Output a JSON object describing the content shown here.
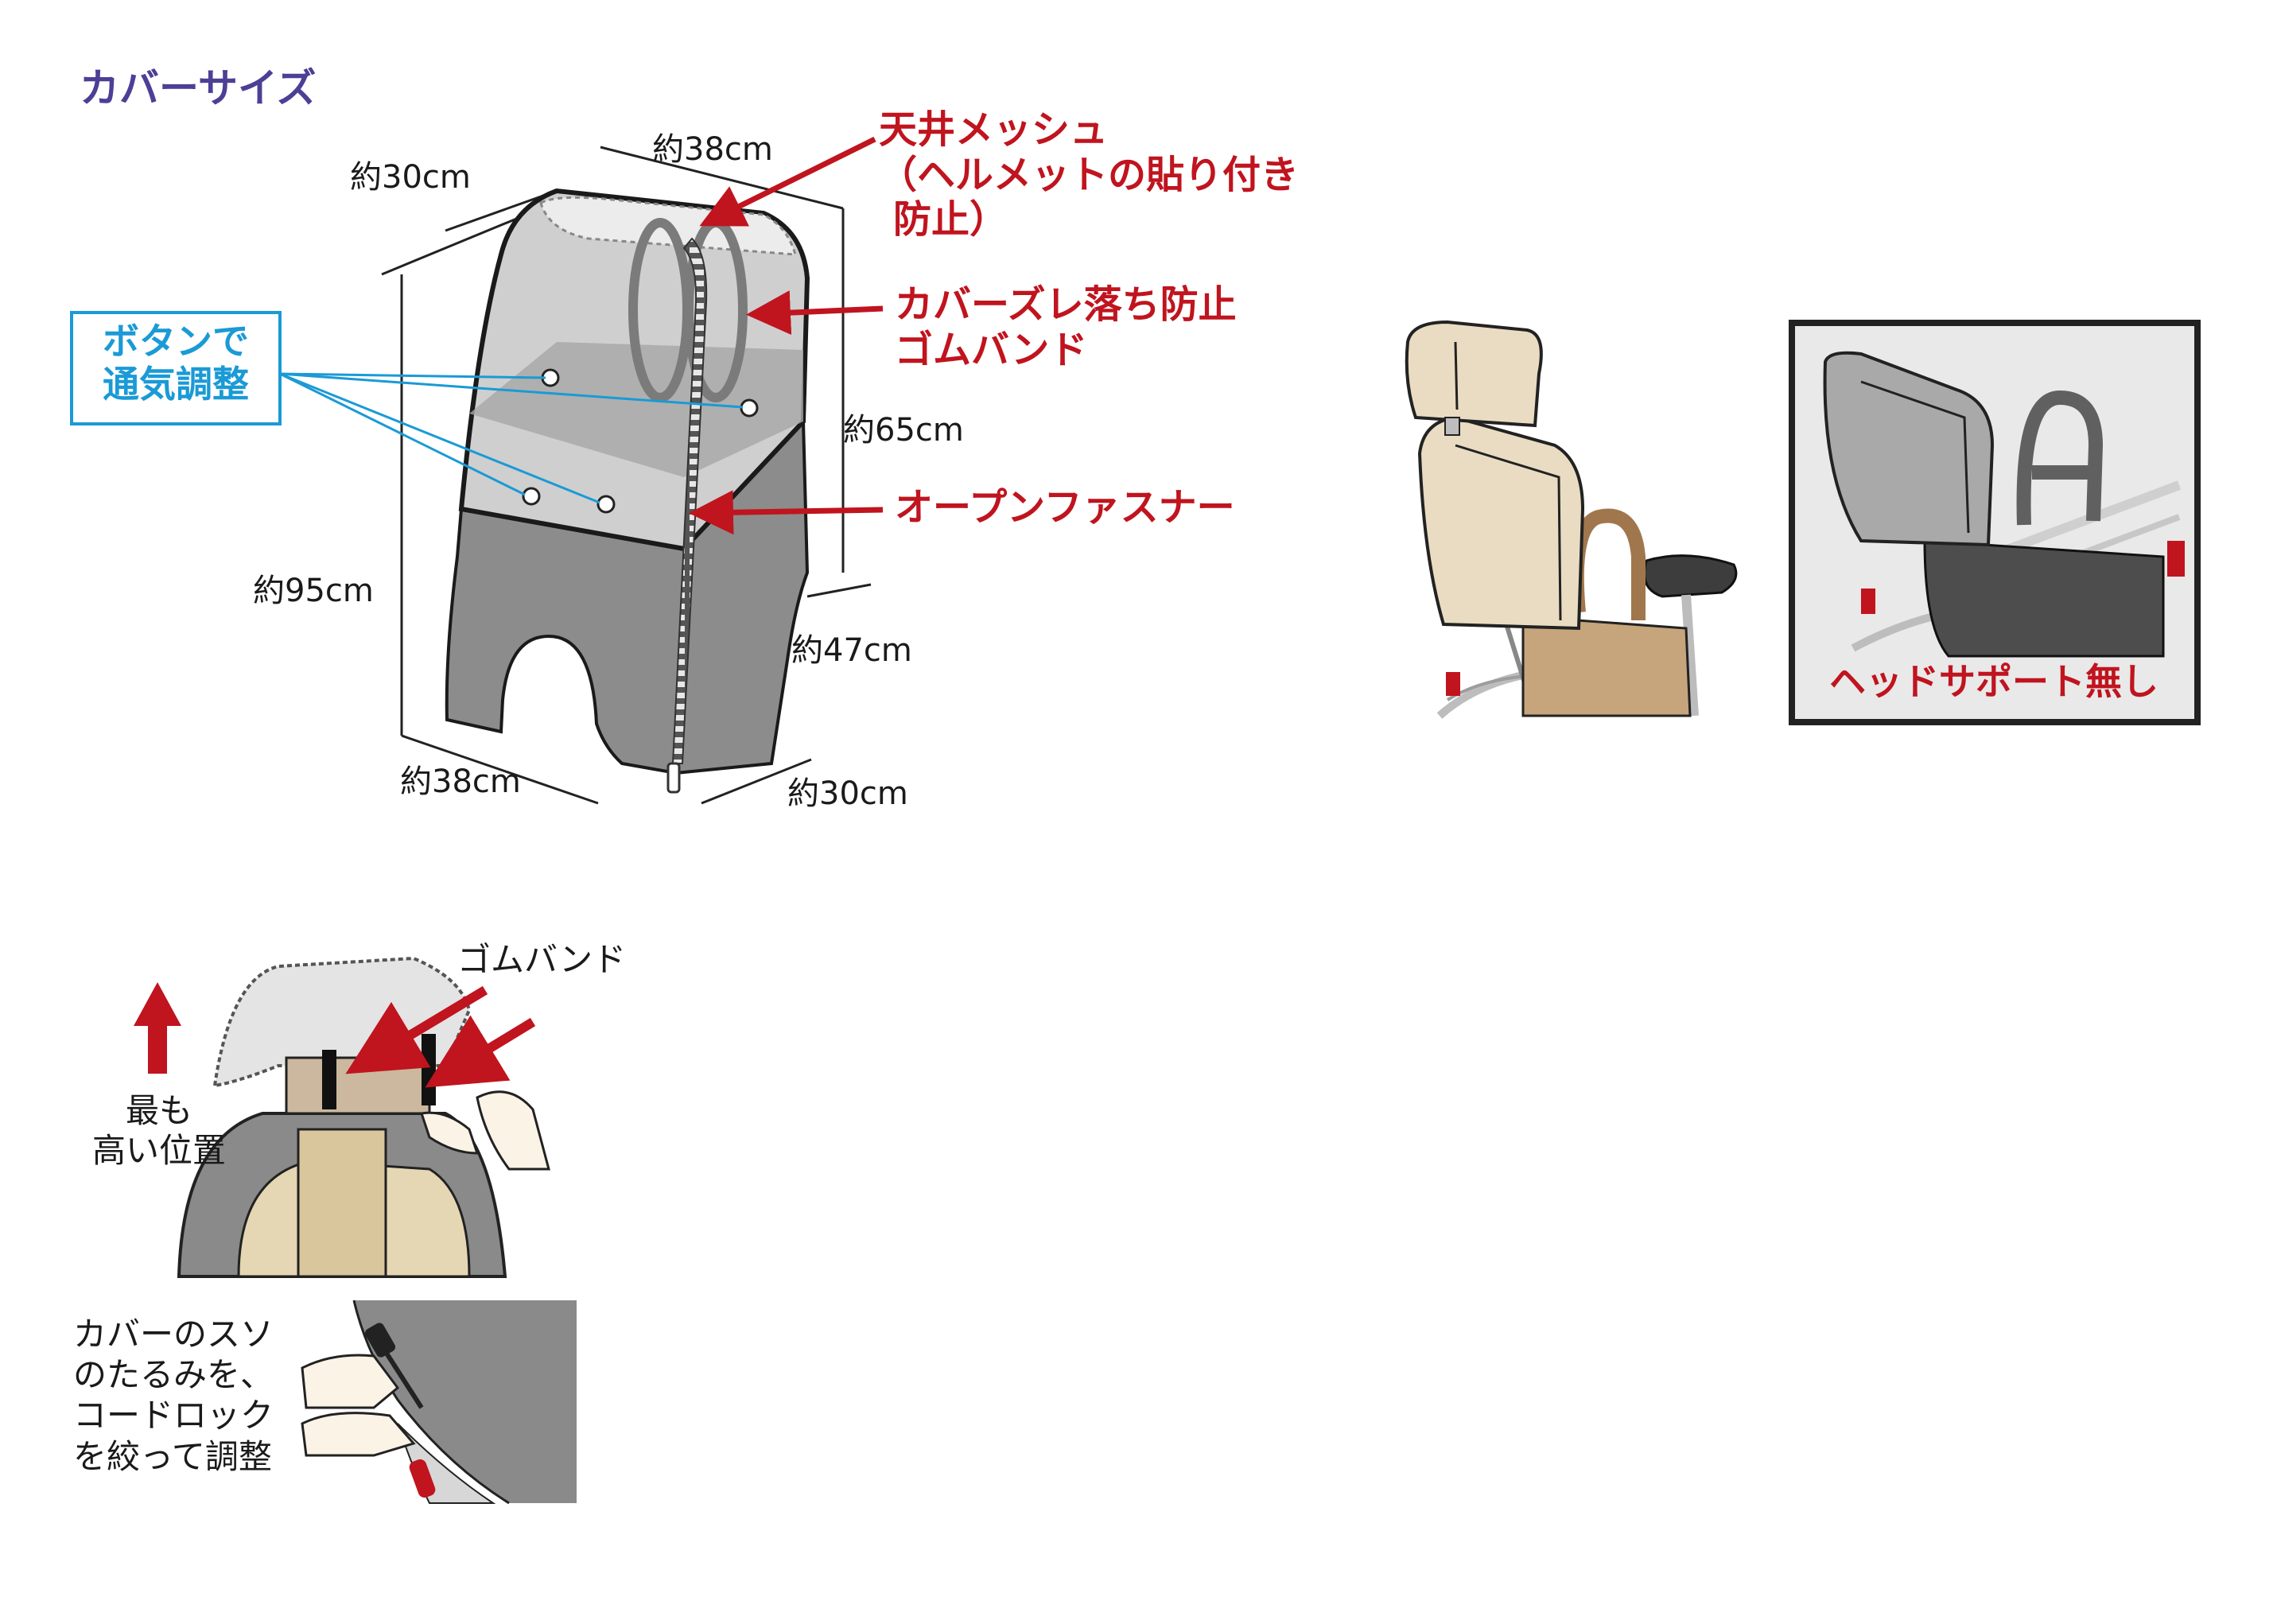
{
  "title": "カバーサイズ",
  "dimensions": {
    "top_depth": "約30cm",
    "top_width": "約38cm",
    "height_upper": "約65cm",
    "height_total": "約95cm",
    "bottom_height": "約47cm",
    "bottom_width": "約38cm",
    "bottom_depth": "約30cm"
  },
  "callouts": {
    "ceiling_mesh": [
      "天井メッシュ",
      "（ヘルメットの貼り付き",
      "防止）"
    ],
    "rubber_band_slip": [
      "カバーズレ落ち防止",
      "ゴムバンド"
    ],
    "open_zipper": "オープンファスナー",
    "vent_buttons": [
      "ボタンで",
      "通気調整"
    ]
  },
  "seat_panel": {
    "no_headrest_label": "ヘッドサポート無し"
  },
  "install_panel": {
    "rubber_band_label": "ゴムバンド",
    "highest_position": [
      "最も",
      "高い位置"
    ]
  },
  "hem_panel": {
    "text": [
      "カバーのスソ",
      "のたるみを、",
      "コードロック",
      "を絞って調整"
    ]
  },
  "colors": {
    "title_purple": "#4b3f96",
    "callout_red": "#c0141e",
    "vent_blue": "#1a9ad6",
    "cover_dark_gray": "#8a8a8a",
    "cover_window_gray": "#b8b8b8",
    "seat_beige": "#e9dcc2"
  }
}
